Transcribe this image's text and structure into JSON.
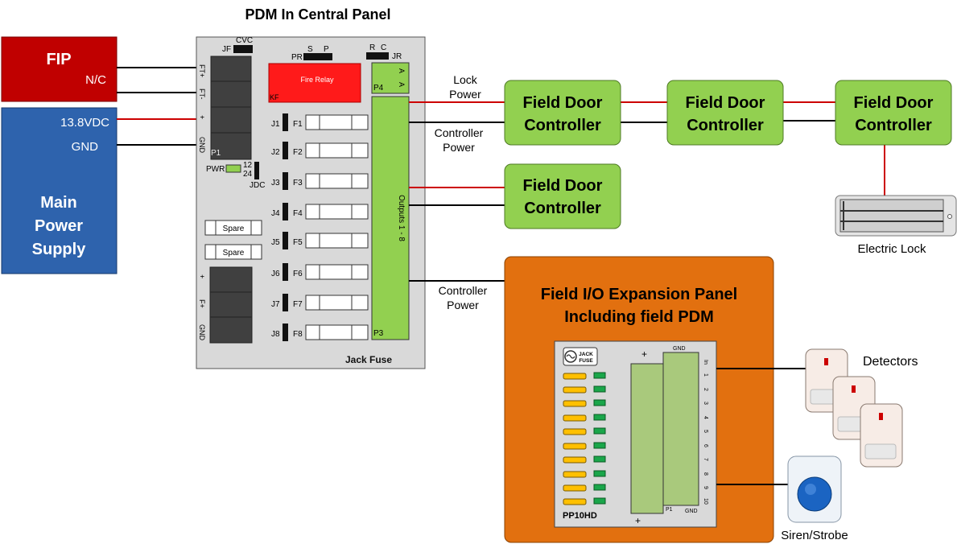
{
  "title": "PDM In Central Panel",
  "fip": {
    "label": "FIP",
    "nc": "N/C"
  },
  "psu": {
    "v": "13.8VDC",
    "gnd": "GND",
    "label1": "Main",
    "label2": "Power",
    "label3": "Supply"
  },
  "pdm": {
    "cvc": "CVC",
    "jf": "JF",
    "pr": "PR",
    "s": "S",
    "p": "P",
    "r": "R",
    "c": "C",
    "jr": "JR",
    "fire_relay": "Fire Relay",
    "kf": "KF",
    "ft_plus": "FT+",
    "ft_minus": "FT-",
    "plus": "+",
    "gnd": "GND",
    "p1": "P1",
    "pwr": "PWR",
    "v12": "12",
    "v24": "24",
    "jdc": "JDC",
    "spare1": "Spare",
    "spare2": "Spare",
    "lower_plus": "+",
    "lower_fplus": "F+",
    "lower_gnd": "GND",
    "j1": "J1",
    "j2": "J2",
    "j3": "J3",
    "j4": "J4",
    "j5": "J5",
    "j6": "J6",
    "j7": "J7",
    "j8": "J8",
    "f1": "F1",
    "f2": "F2",
    "f3": "F3",
    "f4": "F4",
    "f5": "F5",
    "f6": "F6",
    "f7": "F7",
    "f8": "F8",
    "p4": "P4",
    "a1": "A",
    "a2": "A",
    "outputs": "Outputs 1 - 8",
    "p3": "P3",
    "footer": "Jack Fuse"
  },
  "wires": {
    "lock_power_1": "Lock",
    "lock_power_2": "Power",
    "ctrl_power_1": "Controller",
    "ctrl_power_2": "Power",
    "ctrl_power_3": "Controller",
    "ctrl_power_4": "Power"
  },
  "fdc": {
    "line1": "Field Door",
    "line2": "Controller"
  },
  "electric_lock": "Electric Lock",
  "expansion": {
    "title1": "Field I/O Expansion Panel",
    "title2": "Including field PDM",
    "logo1": "JACK",
    "logo2": "FUSE",
    "plus_top": "+",
    "gnd_top": "GND",
    "p1": "P1",
    "gnd_bottom": "GND",
    "plus_bottom": "+",
    "model": "PP10HD",
    "in": "In",
    "n1": "1",
    "n2": "2",
    "n3": "3",
    "n4": "4",
    "n5": "5",
    "n6": "6",
    "n7": "7",
    "n8": "8",
    "n9": "9",
    "n10": "10"
  },
  "detectors": "Detectors",
  "siren": "Siren/Strobe",
  "colors": {
    "red": "#cc0000",
    "blue": "#2a63ae",
    "green": "#92d050",
    "orange": "#e2700f",
    "board": "#d9d9d9"
  }
}
